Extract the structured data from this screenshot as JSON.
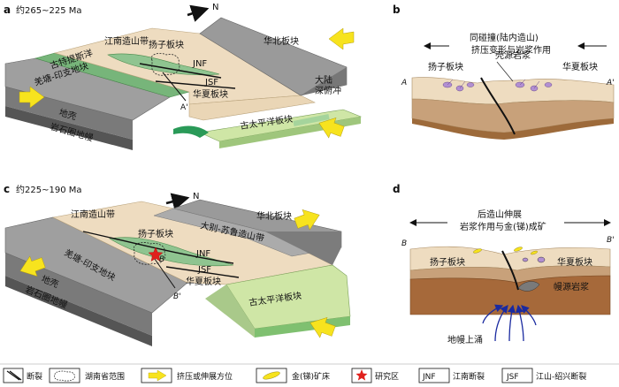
{
  "panel_a": {
    "letter": "a",
    "title": "约265~225 Ma",
    "north": "N",
    "labels": {
      "jiangnan": "江南造山带",
      "yangtze": "扬子板块",
      "jnf": "JNF",
      "jsf": "JSF",
      "cathaysia": "华夏板块",
      "north_china": "华北板块",
      "palaeotethys": "古特提斯洋",
      "qiangtang": "羌塘-印支地块",
      "crust": "地壳",
      "lithosphere": "岩石圈地幔",
      "trench": "大陆\n深俯冲",
      "pacific": "古太平洋板块",
      "aprime": "A'"
    }
  },
  "panel_b": {
    "letter": "b",
    "title1": "同碰撞(陆内造山)",
    "title2": "挤压变形与岩浆作用",
    "yangtze": "扬子板块",
    "crustal_magma": "壳源岩浆",
    "cathaysia": "华夏板块",
    "a": "A",
    "aprime": "A'"
  },
  "panel_c": {
    "letter": "c",
    "title": "约225~190 Ma",
    "north": "N",
    "labels": {
      "jiangnan": "江南造山带",
      "yangtze": "扬子板块",
      "north_china": "华北板块",
      "dabie": "大别-苏鲁造山带",
      "b": "B",
      "jnf": "JNF",
      "jsf": "JSF",
      "cathaysia": "华夏板块",
      "qiangtang": "羌塘-印支地块",
      "crust": "地壳",
      "lithosphere": "岩石圈地幔",
      "bprime": "B'",
      "pacific": "古太平洋板块"
    }
  },
  "panel_d": {
    "letter": "d",
    "title1": "后造山伸展",
    "title2": "岩浆作用与金(锑)成矿",
    "b": "B",
    "bprime": "B'",
    "yangtze": "扬子板块",
    "cathaysia": "华夏板块",
    "mantle_magma": "幔源岩浆",
    "upwelling": "地幔上涌"
  },
  "legend": [
    {
      "icon": "fault",
      "label": "断裂"
    },
    {
      "icon": "hunan",
      "label": "湖南省范围"
    },
    {
      "icon": "arrow",
      "label": "挤压或伸展方位"
    },
    {
      "icon": "deposit",
      "label": "金(锑)矿床"
    },
    {
      "icon": "star",
      "label": "研究区"
    },
    {
      "icon": "box",
      "box": "JNF",
      "label": "江南断裂"
    },
    {
      "icon": "box",
      "box": "JSF",
      "label": "江山-绍兴断裂"
    }
  ],
  "colors": {
    "grey_block": "#9a9a9a",
    "tan": "#eedcc0",
    "green_belt": "#8fc490",
    "light_green": "#cfe6a6",
    "ocean_green": "#7dc07a",
    "yellow_arrow": "#f7e31e",
    "mantle_brown": "#a6693a",
    "red_star": "#e0201c"
  }
}
